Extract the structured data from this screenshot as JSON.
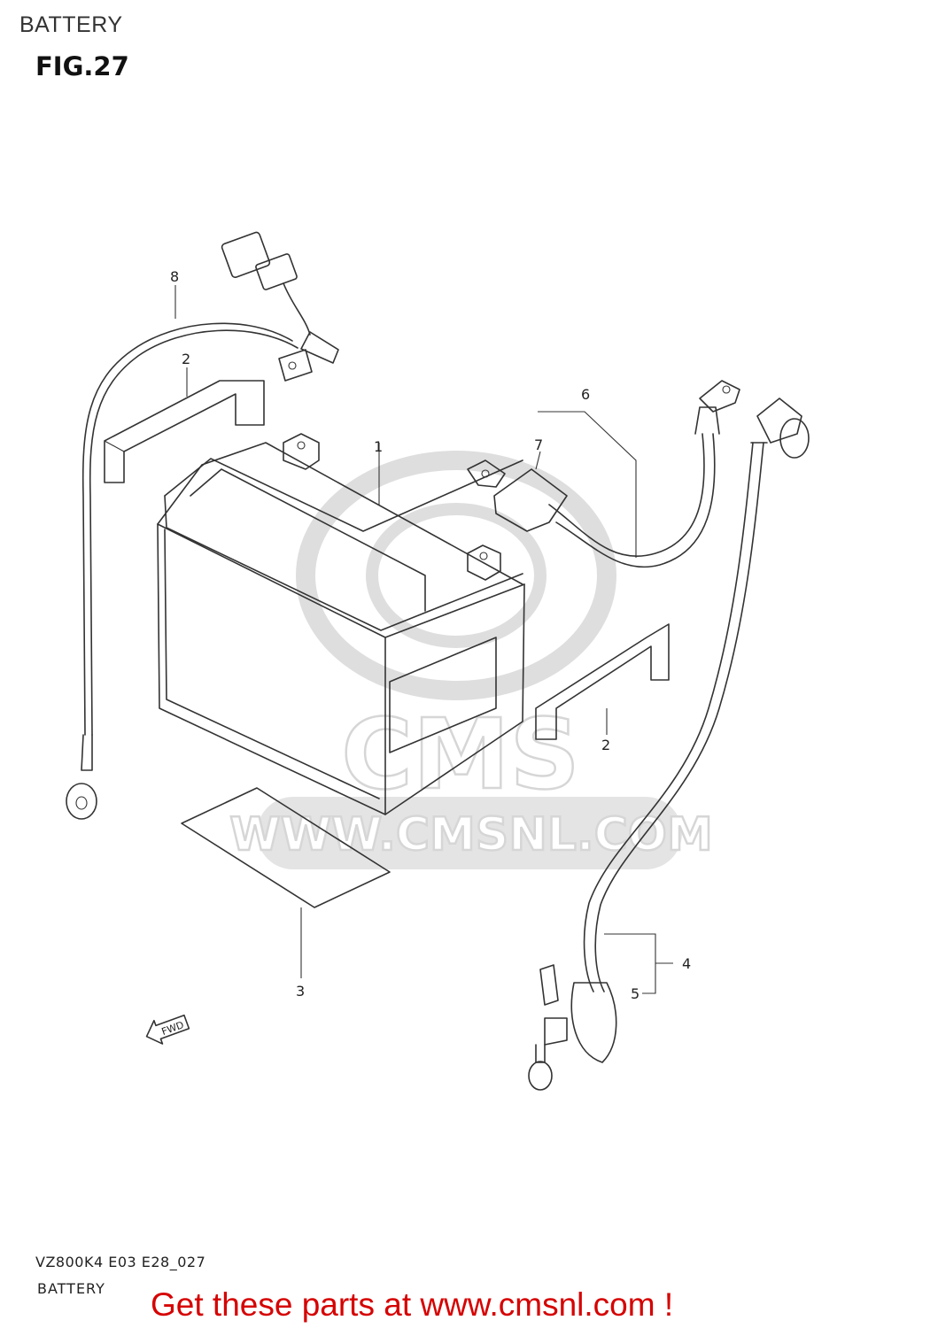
{
  "header": {
    "section": "BATTERY",
    "figure": "FIG.27"
  },
  "watermark": {
    "text": "WWW.CMSNL.COM",
    "logo": "CMS"
  },
  "callouts": {
    "c1": "1",
    "c2a": "2",
    "c2b": "2",
    "c3": "3",
    "c4": "4",
    "c5": "5",
    "c6": "6",
    "c7": "7",
    "c8": "8"
  },
  "fwd_label": "FWD",
  "footer": {
    "diagram_code": "VZ800K4 E03 E28_027",
    "diagram_name": "BATTERY",
    "cta": "Get these parts at www.cmsnl.com !"
  },
  "colors": {
    "cta": "#d60000",
    "ink": "#333333",
    "watermark": "#d6d6d6"
  }
}
